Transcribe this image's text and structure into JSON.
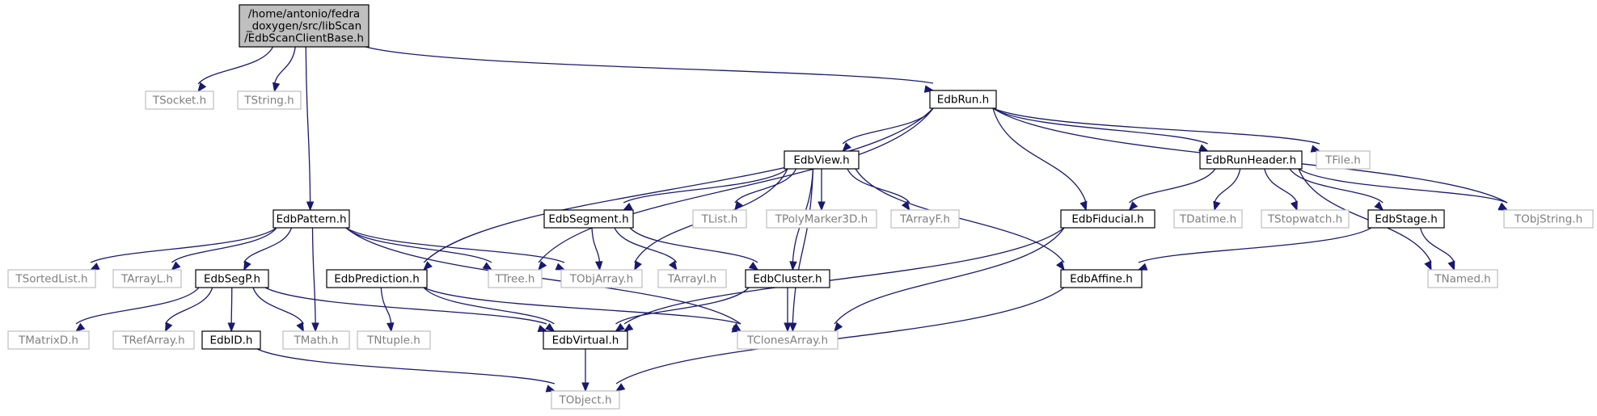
{
  "colors": {
    "edge": "#191970",
    "root_fill": "#bfbfbf",
    "solid_border": "#000000",
    "external_border": "#bfbfbf",
    "external_text": "#7f7f7f",
    "text": "#000000"
  },
  "nodes": [
    {
      "id": "root",
      "lines": [
        "/home/antonio/fedra",
        "_doxygen/src/libScan",
        "/EdbScanClientBase.h"
      ],
      "kind": "root"
    },
    {
      "id": "tsocket",
      "lines": [
        "TSocket.h"
      ],
      "kind": "external"
    },
    {
      "id": "tstring",
      "lines": [
        "TString.h"
      ],
      "kind": "external"
    },
    {
      "id": "edbrun",
      "lines": [
        "EdbRun.h"
      ],
      "kind": "project"
    },
    {
      "id": "edbpattern",
      "lines": [
        "EdbPattern.h"
      ],
      "kind": "project"
    },
    {
      "id": "edbview",
      "lines": [
        "EdbView.h"
      ],
      "kind": "project"
    },
    {
      "id": "edbrunheader",
      "lines": [
        "EdbRunHeader.h"
      ],
      "kind": "project"
    },
    {
      "id": "tfile",
      "lines": [
        "TFile.h"
      ],
      "kind": "external"
    },
    {
      "id": "edbsegment",
      "lines": [
        "EdbSegment.h"
      ],
      "kind": "project"
    },
    {
      "id": "tlist",
      "lines": [
        "TList.h"
      ],
      "kind": "external"
    },
    {
      "id": "tpolymarker3d",
      "lines": [
        "TPolyMarker3D.h"
      ],
      "kind": "external"
    },
    {
      "id": "tarrayf",
      "lines": [
        "TArrayF.h"
      ],
      "kind": "external"
    },
    {
      "id": "edbfiducial",
      "lines": [
        "EdbFiducial.h"
      ],
      "kind": "project"
    },
    {
      "id": "tdatime",
      "lines": [
        "TDatime.h"
      ],
      "kind": "external"
    },
    {
      "id": "tstopwatch",
      "lines": [
        "TStopwatch.h"
      ],
      "kind": "external"
    },
    {
      "id": "edbstage",
      "lines": [
        "EdbStage.h"
      ],
      "kind": "project"
    },
    {
      "id": "tobjstring",
      "lines": [
        "TObjString.h"
      ],
      "kind": "external"
    },
    {
      "id": "tsortedlist",
      "lines": [
        "TSortedList.h"
      ],
      "kind": "external"
    },
    {
      "id": "tarrayl",
      "lines": [
        "TArrayL.h"
      ],
      "kind": "external"
    },
    {
      "id": "edbsegp",
      "lines": [
        "EdbSegP.h"
      ],
      "kind": "project"
    },
    {
      "id": "edbprediction",
      "lines": [
        "EdbPrediction.h"
      ],
      "kind": "project"
    },
    {
      "id": "ttree",
      "lines": [
        "TTree.h"
      ],
      "kind": "external"
    },
    {
      "id": "tobjarray",
      "lines": [
        "TObjArray.h"
      ],
      "kind": "external"
    },
    {
      "id": "tarrayi",
      "lines": [
        "TArrayI.h"
      ],
      "kind": "external"
    },
    {
      "id": "edbcluster",
      "lines": [
        "EdbCluster.h"
      ],
      "kind": "project"
    },
    {
      "id": "edbaffine",
      "lines": [
        "EdbAffine.h"
      ],
      "kind": "project"
    },
    {
      "id": "tnamed",
      "lines": [
        "TNamed.h"
      ],
      "kind": "external"
    },
    {
      "id": "tmatrixd",
      "lines": [
        "TMatrixD.h"
      ],
      "kind": "external"
    },
    {
      "id": "trefarray",
      "lines": [
        "TRefArray.h"
      ],
      "kind": "external"
    },
    {
      "id": "edbid",
      "lines": [
        "EdbID.h"
      ],
      "kind": "project"
    },
    {
      "id": "tmath",
      "lines": [
        "TMath.h"
      ],
      "kind": "external"
    },
    {
      "id": "tntuple",
      "lines": [
        "TNtuple.h"
      ],
      "kind": "external"
    },
    {
      "id": "edbvirtual",
      "lines": [
        "EdbVirtual.h"
      ],
      "kind": "project"
    },
    {
      "id": "tclonesarray",
      "lines": [
        "TClonesArray.h"
      ],
      "kind": "external"
    },
    {
      "id": "tobject",
      "lines": [
        "TObject.h"
      ],
      "kind": "external"
    }
  ],
  "edges": [
    {
      "from": "root",
      "to": "tsocket"
    },
    {
      "from": "root",
      "to": "tstring"
    },
    {
      "from": "root",
      "to": "edbpattern"
    },
    {
      "from": "root",
      "to": "edbrun"
    },
    {
      "from": "edbrun",
      "to": "edbview"
    },
    {
      "from": "edbrun",
      "to": "edbrunheader"
    },
    {
      "from": "edbrun",
      "to": "tfile"
    },
    {
      "from": "edbrun",
      "to": "tobjstring"
    },
    {
      "from": "edbrun",
      "to": "edbfiducial"
    },
    {
      "from": "edbrun",
      "to": "edbprediction"
    },
    {
      "from": "edbrun",
      "to": "ttree"
    },
    {
      "from": "edbview",
      "to": "edbsegment"
    },
    {
      "from": "edbview",
      "to": "tlist"
    },
    {
      "from": "edbview",
      "to": "tpolymarker3d"
    },
    {
      "from": "edbview",
      "to": "tarrayf"
    },
    {
      "from": "edbview",
      "to": "tobjarray"
    },
    {
      "from": "edbview",
      "to": "edbcluster"
    },
    {
      "from": "edbview",
      "to": "edbaffine"
    },
    {
      "from": "edbview",
      "to": "tclonesarray"
    },
    {
      "from": "edbrunheader",
      "to": "edbfiducial"
    },
    {
      "from": "edbrunheader",
      "to": "tdatime"
    },
    {
      "from": "edbrunheader",
      "to": "tstopwatch"
    },
    {
      "from": "edbrunheader",
      "to": "edbstage"
    },
    {
      "from": "edbrunheader",
      "to": "tobjstring"
    },
    {
      "from": "edbrunheader",
      "to": "tnamed"
    },
    {
      "from": "edbpattern",
      "to": "tsortedlist"
    },
    {
      "from": "edbpattern",
      "to": "tarrayl"
    },
    {
      "from": "edbpattern",
      "to": "edbsegp"
    },
    {
      "from": "edbpattern",
      "to": "tmath"
    },
    {
      "from": "edbpattern",
      "to": "ttree"
    },
    {
      "from": "edbpattern",
      "to": "tobjarray"
    },
    {
      "from": "edbpattern",
      "to": "tclonesarray"
    },
    {
      "from": "edbsegment",
      "to": "tobjarray"
    },
    {
      "from": "edbsegment",
      "to": "tarrayi"
    },
    {
      "from": "edbsegment",
      "to": "edbcluster"
    },
    {
      "from": "edbfiducial",
      "to": "edbvirtual"
    },
    {
      "from": "edbfiducial",
      "to": "tclonesarray"
    },
    {
      "from": "edbstage",
      "to": "edbaffine"
    },
    {
      "from": "edbstage",
      "to": "tnamed"
    },
    {
      "from": "edbsegp",
      "to": "tmatrixd"
    },
    {
      "from": "edbsegp",
      "to": "trefarray"
    },
    {
      "from": "edbsegp",
      "to": "edbid"
    },
    {
      "from": "edbsegp",
      "to": "tmath"
    },
    {
      "from": "edbsegp",
      "to": "edbvirtual"
    },
    {
      "from": "edbprediction",
      "to": "tntuple"
    },
    {
      "from": "edbprediction",
      "to": "edbvirtual"
    },
    {
      "from": "edbprediction",
      "to": "tclonesarray"
    },
    {
      "from": "edbcluster",
      "to": "edbvirtual"
    },
    {
      "from": "edbcluster",
      "to": "tclonesarray"
    },
    {
      "from": "edbaffine",
      "to": "tobject"
    },
    {
      "from": "edbid",
      "to": "tobject"
    },
    {
      "from": "edbvirtual",
      "to": "tobject"
    }
  ]
}
